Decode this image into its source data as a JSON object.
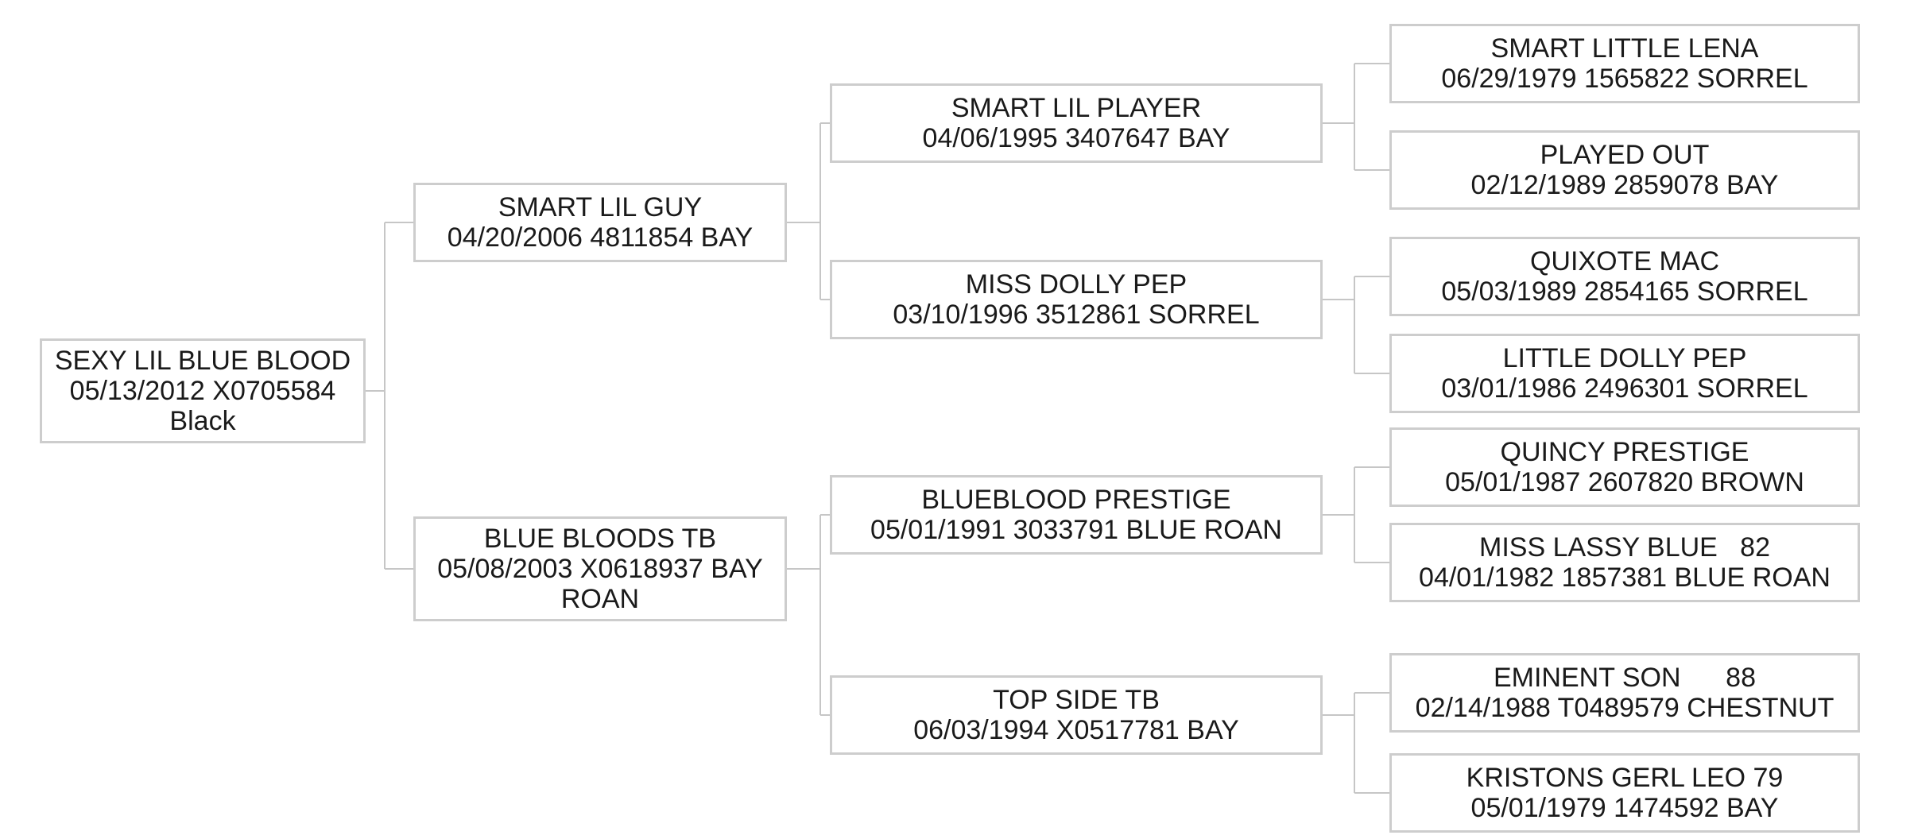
{
  "pedigree": {
    "root": {
      "name": "SEXY LIL BLUE BLOOD",
      "details": "05/13/2012 X0705584 Black"
    },
    "gen2": [
      {
        "name": "SMART LIL GUY",
        "details": "04/20/2006 4811854 BAY"
      },
      {
        "name": "BLUE BLOODS TB",
        "details": "05/08/2003 X0618937 BAY ROAN"
      }
    ],
    "gen3": [
      {
        "name": "SMART LIL PLAYER",
        "details": "04/06/1995 3407647 BAY"
      },
      {
        "name": "MISS DOLLY PEP",
        "details": "03/10/1996 3512861 SORREL"
      },
      {
        "name": "BLUEBLOOD PRESTIGE",
        "details": "05/01/1991 3033791 BLUE ROAN"
      },
      {
        "name": "TOP SIDE TB",
        "details": "06/03/1994 X0517781 BAY"
      }
    ],
    "gen4": [
      {
        "name": "SMART LITTLE LENA",
        "details": "06/29/1979 1565822 SORREL"
      },
      {
        "name": "PLAYED OUT",
        "details": "02/12/1989 2859078 BAY"
      },
      {
        "name": "QUIXOTE MAC",
        "details": "05/03/1989 2854165 SORREL"
      },
      {
        "name": "LITTLE DOLLY PEP",
        "details": "03/01/1986 2496301 SORREL"
      },
      {
        "name": "QUINCY PRESTIGE",
        "details": "05/01/1987 2607820 BROWN"
      },
      {
        "name": "MISS LASSY BLUE   82",
        "details": "04/01/1982 1857381 BLUE ROAN"
      },
      {
        "name": "EMINENT SON      88",
        "details": "02/14/1988 T0489579 CHESTNUT"
      },
      {
        "name": "KRISTONS GERL LEO 79",
        "details": "05/01/1979 1474592 BAY"
      }
    ]
  },
  "palette": {
    "border": "#cdcdcd",
    "line": "#c6c6c6",
    "text": "#1a1a1a",
    "background": "#ffffff"
  }
}
